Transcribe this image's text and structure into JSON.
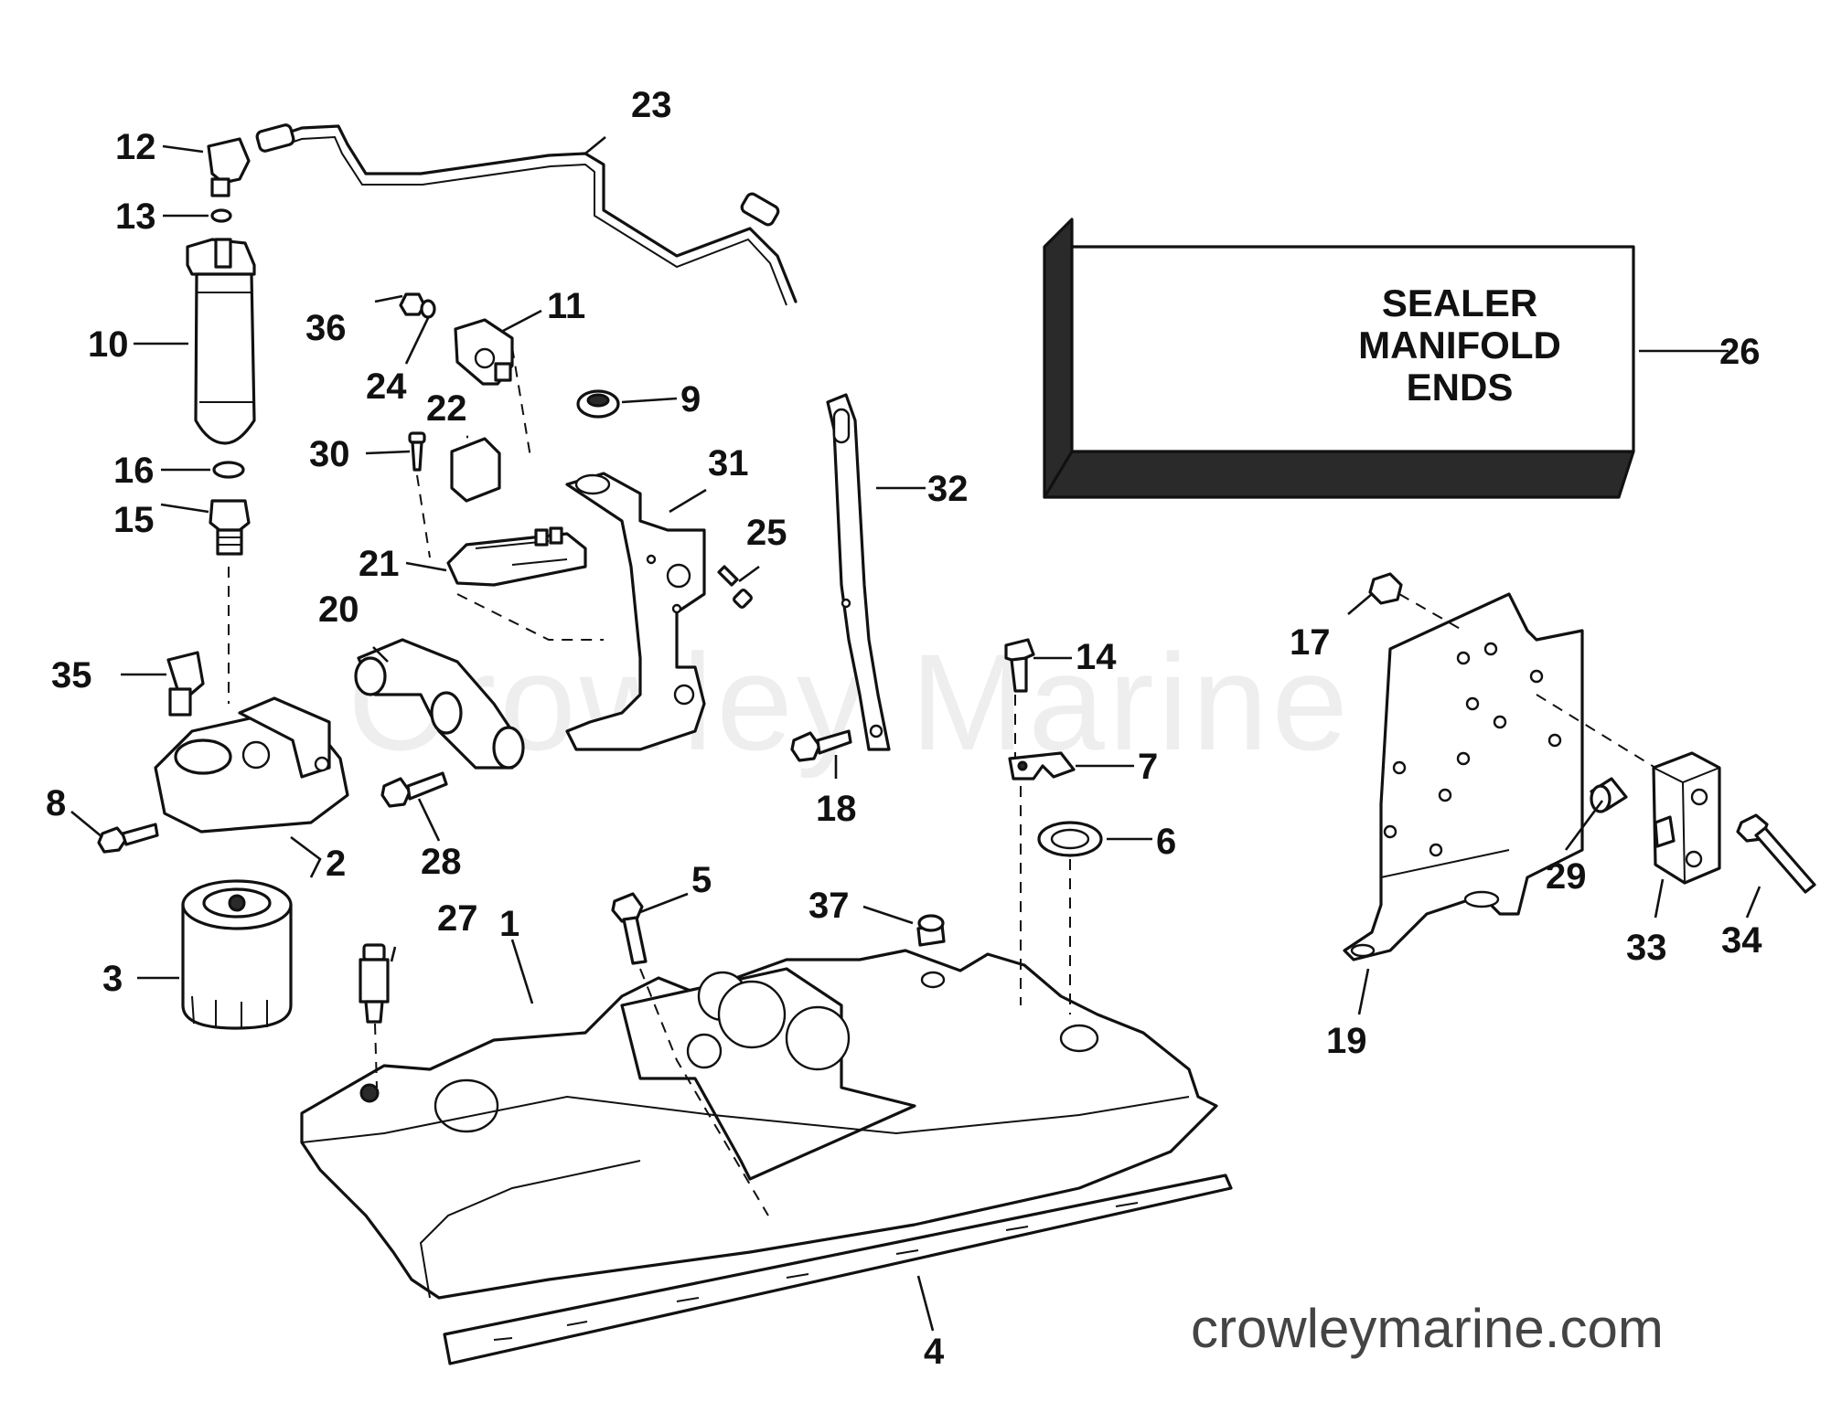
{
  "callouts": {
    "p1": "1",
    "p2": "2",
    "p3": "3",
    "p4": "4",
    "p5": "5",
    "p6": "6",
    "p7": "7",
    "p8": "8",
    "p9": "9",
    "p10": "10",
    "p11": "11",
    "p12": "12",
    "p13": "13",
    "p14": "14",
    "p15": "15",
    "p16": "16",
    "p17": "17",
    "p18": "18",
    "p19": "19",
    "p20": "20",
    "p21": "21",
    "p22": "22",
    "p23": "23",
    "p24": "24",
    "p25": "25",
    "p26": "26",
    "p27": "27",
    "p28": "28",
    "p29": "29",
    "p30": "30",
    "p31": "31",
    "p32": "32",
    "p33": "33",
    "p34": "34",
    "p35": "35",
    "p36": "36",
    "p37": "37"
  },
  "sealer_box": {
    "line1": "SEALER",
    "line2": "MANIFOLD",
    "line3": "ENDS"
  },
  "watermark": "Crowley Marine",
  "site_url": "crowleymarine.com",
  "colors": {
    "ink": "#111111",
    "paper": "#ffffff",
    "watermark": "#cfcfcf",
    "url_text": "#444444"
  }
}
